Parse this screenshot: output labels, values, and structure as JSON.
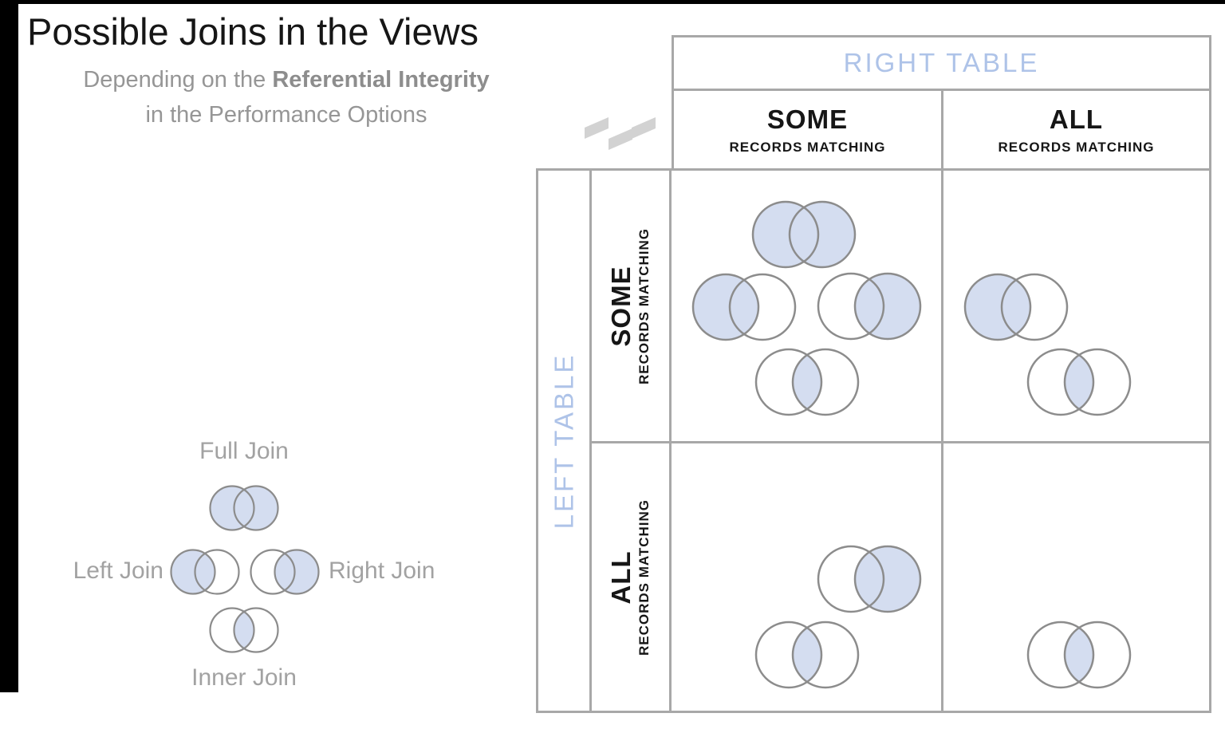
{
  "page": {
    "title": "Possible Joins in the Views",
    "subtitle": {
      "prefix": "Depending on the ",
      "emphasis": "Referential Integrity",
      "line2": "in the Performance Options"
    }
  },
  "legend": {
    "items": [
      {
        "id": "full",
        "label": "Full Join"
      },
      {
        "id": "left",
        "label": "Left Join"
      },
      {
        "id": "right",
        "label": "Right Join"
      },
      {
        "id": "inner",
        "label": "Inner Join"
      }
    ]
  },
  "matrix": {
    "right_table_label": "RIGHT TABLE",
    "left_table_label": "LEFT TABLE",
    "column_headers": [
      {
        "title": "SOME",
        "subtitle": "RECORDS MATCHING"
      },
      {
        "title": "ALL",
        "subtitle": "RECORDS MATCHING"
      }
    ],
    "row_headers": [
      {
        "title": "SOME",
        "subtitle": "RECORDS MATCHING"
      },
      {
        "title": "ALL",
        "subtitle": "RECORDS MATCHING"
      }
    ],
    "cells": [
      {
        "left_table": "SOME",
        "right_table": "SOME",
        "possible_joins": [
          "full",
          "left",
          "right",
          "inner"
        ]
      },
      {
        "left_table": "SOME",
        "right_table": "ALL",
        "possible_joins": [
          "left",
          "inner"
        ]
      },
      {
        "left_table": "ALL",
        "right_table": "SOME",
        "possible_joins": [
          "right",
          "inner"
        ]
      },
      {
        "left_table": "ALL",
        "right_table": "ALL",
        "possible_joins": [
          "inner"
        ]
      }
    ]
  },
  "colors": {
    "accent_text": "#aec3e8",
    "venn_fill": "#d4ddf0",
    "venn_stroke": "#8c8c8c",
    "grid_border": "#a8a8a8",
    "subtitle_text": "#969696",
    "subtitle_bold": "#8d8d8d",
    "legend_text": "#a2a2a2",
    "dark_text": "#161616",
    "logo_gray": "#d2d2d2"
  }
}
